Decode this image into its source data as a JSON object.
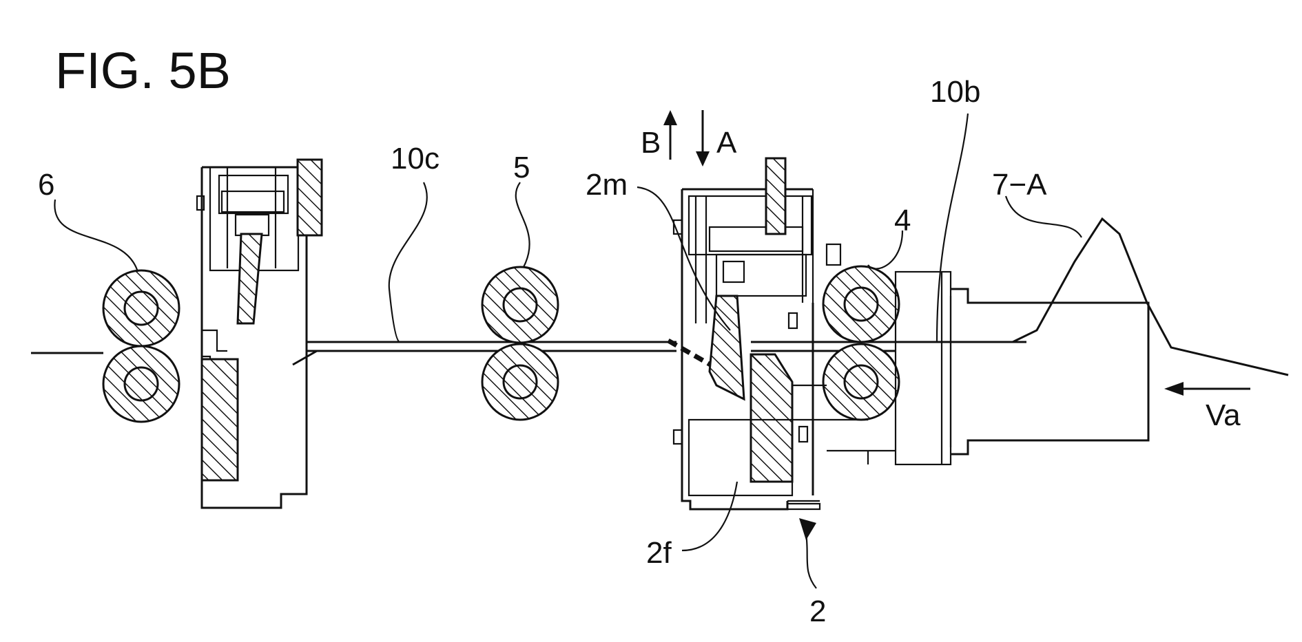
{
  "figure": {
    "title": "FIG. 5B",
    "labels": {
      "roller_6": "6",
      "sheet_10c": "10c",
      "roller_5": "5",
      "arrow_b": "B",
      "arrow_a": "A",
      "part_2m": "2m",
      "sheet_10b": "10b",
      "paper_7a": "7−A",
      "roller_4": "4",
      "velocity_va": "Va",
      "part_2f": "2f",
      "unit_2": "2"
    }
  }
}
